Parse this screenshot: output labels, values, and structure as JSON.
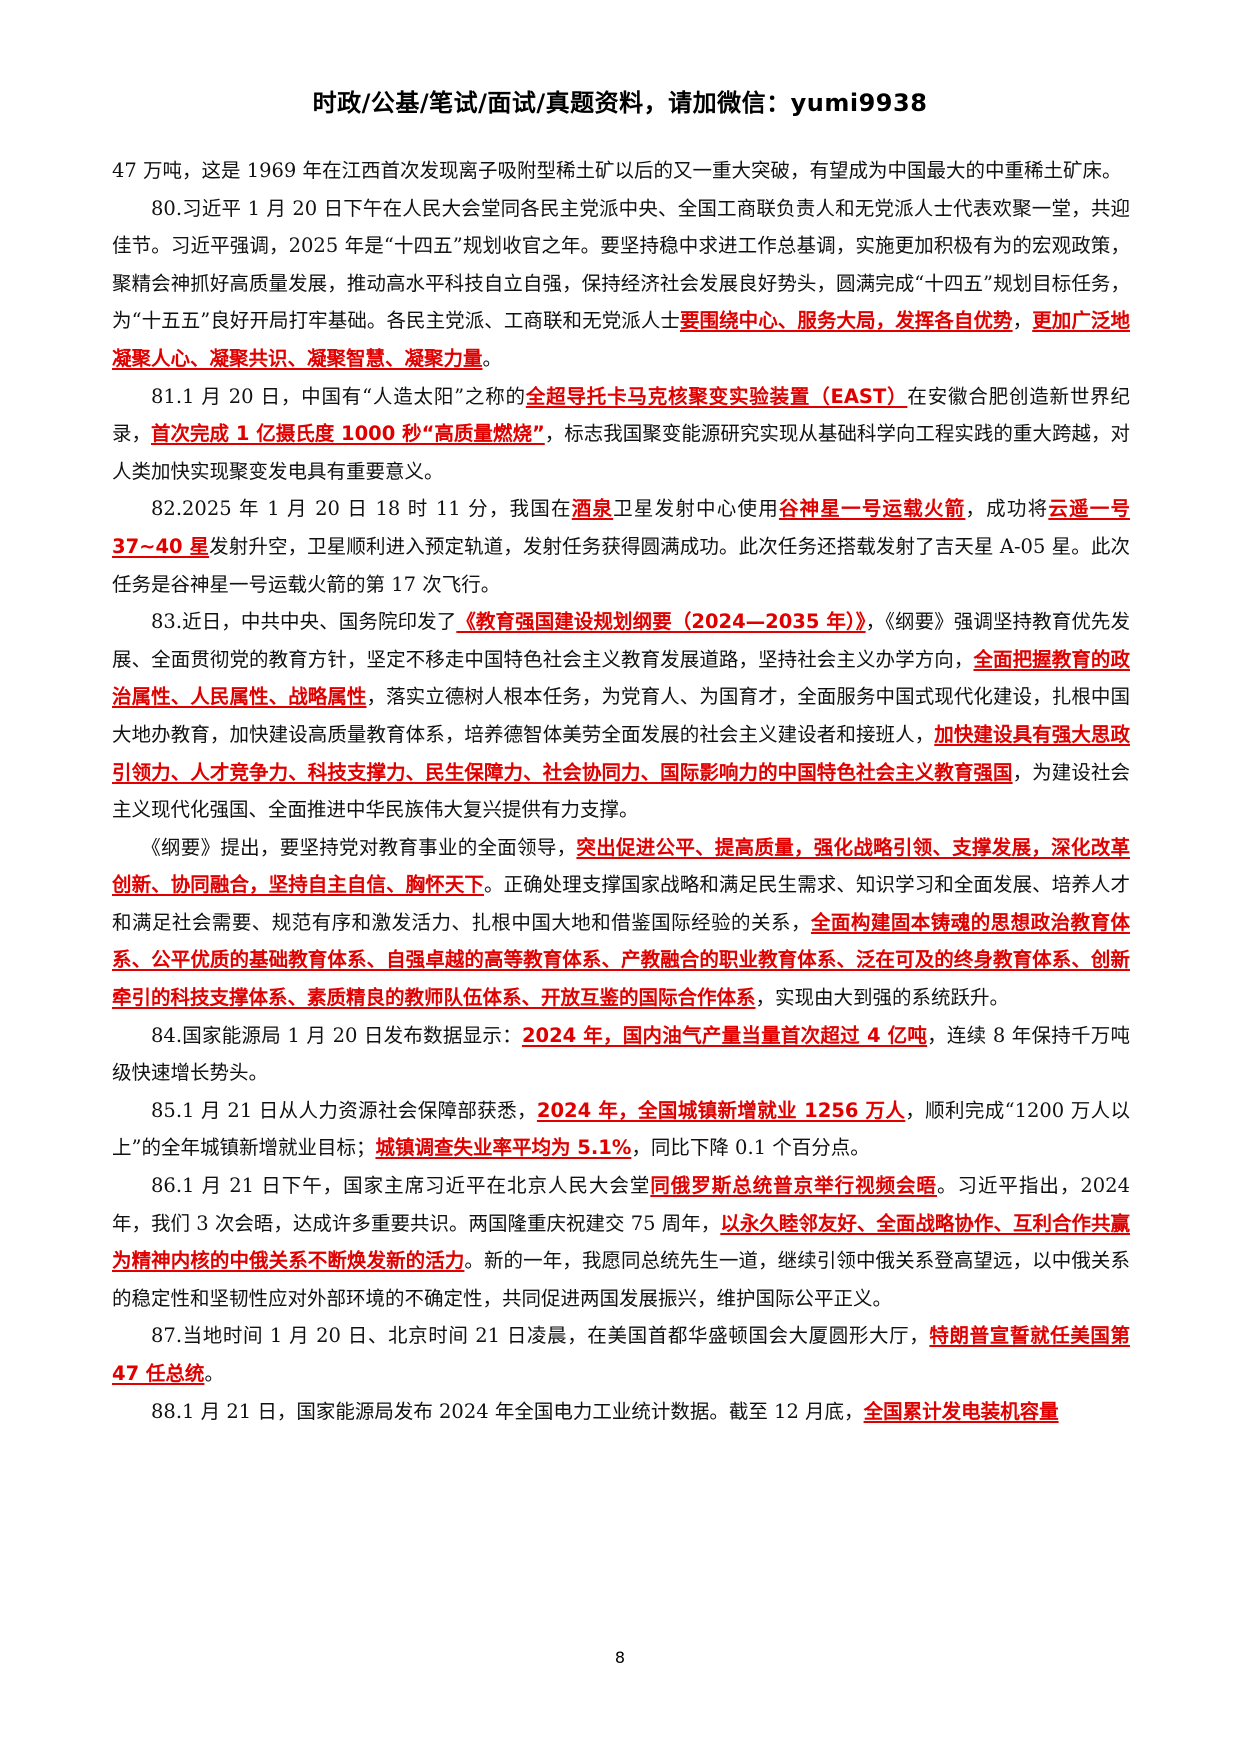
{
  "header": {
    "title": "时政/公基/笔试/面试/真题资料，请加微信：yumi9938"
  },
  "paragraphs": [
    {
      "indent": "none",
      "parts": [
        {
          "t": "47 万吨，这是 1969 年在江西首次发现离子吸附型稀土矿以后的又一重大突破，有望成为中国最大的中重稀土矿床。"
        }
      ]
    },
    {
      "indent": "full",
      "parts": [
        {
          "t": "80.习近平 1 月 20 日下午在人民大会堂同各民主党派中央、全国工商联负责人和无党派人士代表欢聚一堂，共迎佳节。习近平强调，2025 年是“十四五”规划收官之年。要坚持稳中求进工作总基调，实施更加积极有为的宏观政策，聚精会神抓好高质量发展，推动高水平科技自立自强，保持经济社会发展良好势头，圆满完成“十四五”规划目标任务，为“十五五”良好开局打牢基础。各民主党派、工商联和无党派人士"
        },
        {
          "t": "要围绕中心、服务大局，发挥各自优势",
          "hl": true
        },
        {
          "t": "，"
        },
        {
          "t": "更加广泛地凝聚人心、凝聚共识、凝聚智慧、凝聚力量",
          "hl": true
        },
        {
          "t": "。"
        }
      ]
    },
    {
      "indent": "full",
      "parts": [
        {
          "t": "81.1 月 20 日，中国有“人造太阳”之称的"
        },
        {
          "t": "全超导托卡马克核聚变实验装置（EAST）",
          "hl": true
        },
        {
          "t": "在安徽合肥创造新世界纪录，"
        },
        {
          "t": "首次完成 1 亿摄氏度 1000 秒“高质量燃烧”",
          "hl": true
        },
        {
          "t": "，标志我国聚变能源研究实现从基础科学向工程实践的重大跨越，对人类加快实现聚变发电具有重要意义。"
        }
      ]
    },
    {
      "indent": "full",
      "parts": [
        {
          "t": "82.2025 年 1 月 20 日 18 时 11 分，我国在"
        },
        {
          "t": "酒泉",
          "hl": true
        },
        {
          "t": "卫星发射中心使用"
        },
        {
          "t": "谷神星一号运载火箭",
          "hl": true
        },
        {
          "t": "，成功将"
        },
        {
          "t": "云遥一号 37~40 星",
          "hl": true
        },
        {
          "t": "发射升空，卫星顺利进入预定轨道，发射任务获得圆满成功。此次任务还搭载发射了吉天星 A-05 星。此次任务是谷神星一号运载火箭的第 17 次飞行。"
        }
      ]
    },
    {
      "indent": "full",
      "parts": [
        {
          "t": "83.近日，中共中央、国务院印发了"
        },
        {
          "t": "《教育强国建设规划纲要（2024—2035 年）》",
          "hl": true
        },
        {
          "t": "，《纲要》强调坚持教育优先发展、全面贯彻党的教育方针，坚定不移走中国特色社会主义教育发展道路，坚持社会主义办学方向，"
        },
        {
          "t": "全面把握教育的政治属性、人民属性、战略属性",
          "hl": true
        },
        {
          "t": "，落实立德树人根本任务，为党育人、为国育才，全面服务中国式现代化建设，扎根中国大地办教育，加快建设高质量教育体系，培养德智体美劳全面发展的社会主义建设者和接班人，"
        },
        {
          "t": "加快建设具有强大思政引领力、人才竞争力、科技支撑力、民生保障力、社会协同力、国际影响力的中国特色社会主义教育强国",
          "hl": true
        },
        {
          "t": "，为建设社会主义现代化强国、全面推进中华民族伟大复兴提供有力支撑。"
        }
      ]
    },
    {
      "indent": "small",
      "parts": [
        {
          "t": "《纲要》提出，要坚持党对教育事业的全面领导，"
        },
        {
          "t": "突出促进公平、提高质量，强化战略引领、支撑发展，深化改革创新、协同融合，坚持自主自信、胸怀天下",
          "hl": true
        },
        {
          "t": "。正确处理支撑国家战略和满足民生需求、知识学习和全面发展、培养人才和满足社会需要、规范有序和激发活力、扎根中国大地和借鉴国际经验的关系，"
        },
        {
          "t": "全面构建固本铸魂的思想政治教育体系、公平优质的基础教育体系、自强卓越的高等教育体系、产教融合的职业教育体系、泛在可及的终身教育体系、创新牵引的科技支撑体系、素质精良的教师队伍体系、开放互鉴的国际合作体系",
          "hl": true
        },
        {
          "t": "，实现由大到强的系统跃升。"
        }
      ]
    },
    {
      "indent": "full",
      "parts": [
        {
          "t": "84.国家能源局 1 月 20 日发布数据显示："
        },
        {
          "t": "2024 年，国内油气产量当量首次超过 4 亿吨",
          "hl": true
        },
        {
          "t": "，连续 8 年保持千万吨级快速增长势头。"
        }
      ]
    },
    {
      "indent": "full",
      "parts": [
        {
          "t": "85.1 月 21 日从人力资源社会保障部获悉，"
        },
        {
          "t": "2024 年，全国城镇新增就业 1256 万人",
          "hl": true
        },
        {
          "t": "，顺利完成“1200 万人以上”的全年城镇新增就业目标；"
        },
        {
          "t": "城镇调查失业率平均为 5.1%",
          "hl": true
        },
        {
          "t": "，同比下降 0.1 个百分点。"
        }
      ]
    },
    {
      "indent": "full",
      "parts": [
        {
          "t": "86.1 月 21 日下午，国家主席习近平在北京人民大会堂"
        },
        {
          "t": "同俄罗斯总统普京举行视频会晤",
          "hl": true
        },
        {
          "t": "。习近平指出，2024 年，我们 3 次会晤，达成许多重要共识。两国隆重庆祝建交 75 周年，"
        },
        {
          "t": "以永久睦邻友好、全面战略协作、互利合作共赢为精神内核的中俄关系不断焕发新的活力",
          "hl": true
        },
        {
          "t": "。新的一年，我愿同总统先生一道，继续引领中俄关系登高望远，以中俄关系的稳定性和坚韧性应对外部环境的不确定性，共同促进两国发展振兴，维护国际公平正义。"
        }
      ]
    },
    {
      "indent": "full",
      "parts": [
        {
          "t": "87.当地时间 1 月 20 日、北京时间 21 日凌晨，在美国首都华盛顿国会大厦圆形大厅，"
        },
        {
          "t": "特朗普宣誓就任美国第 47 任总统",
          "hl": true
        },
        {
          "t": "。"
        }
      ]
    },
    {
      "indent": "full",
      "parts": [
        {
          "t": "88.1 月 21 日，国家能源局发布 2024 年全国电力工业统计数据。截至 12 月底，"
        },
        {
          "t": "全国累计发电装机容量",
          "hl": true
        }
      ]
    }
  ],
  "footer": {
    "page_number": "8"
  }
}
